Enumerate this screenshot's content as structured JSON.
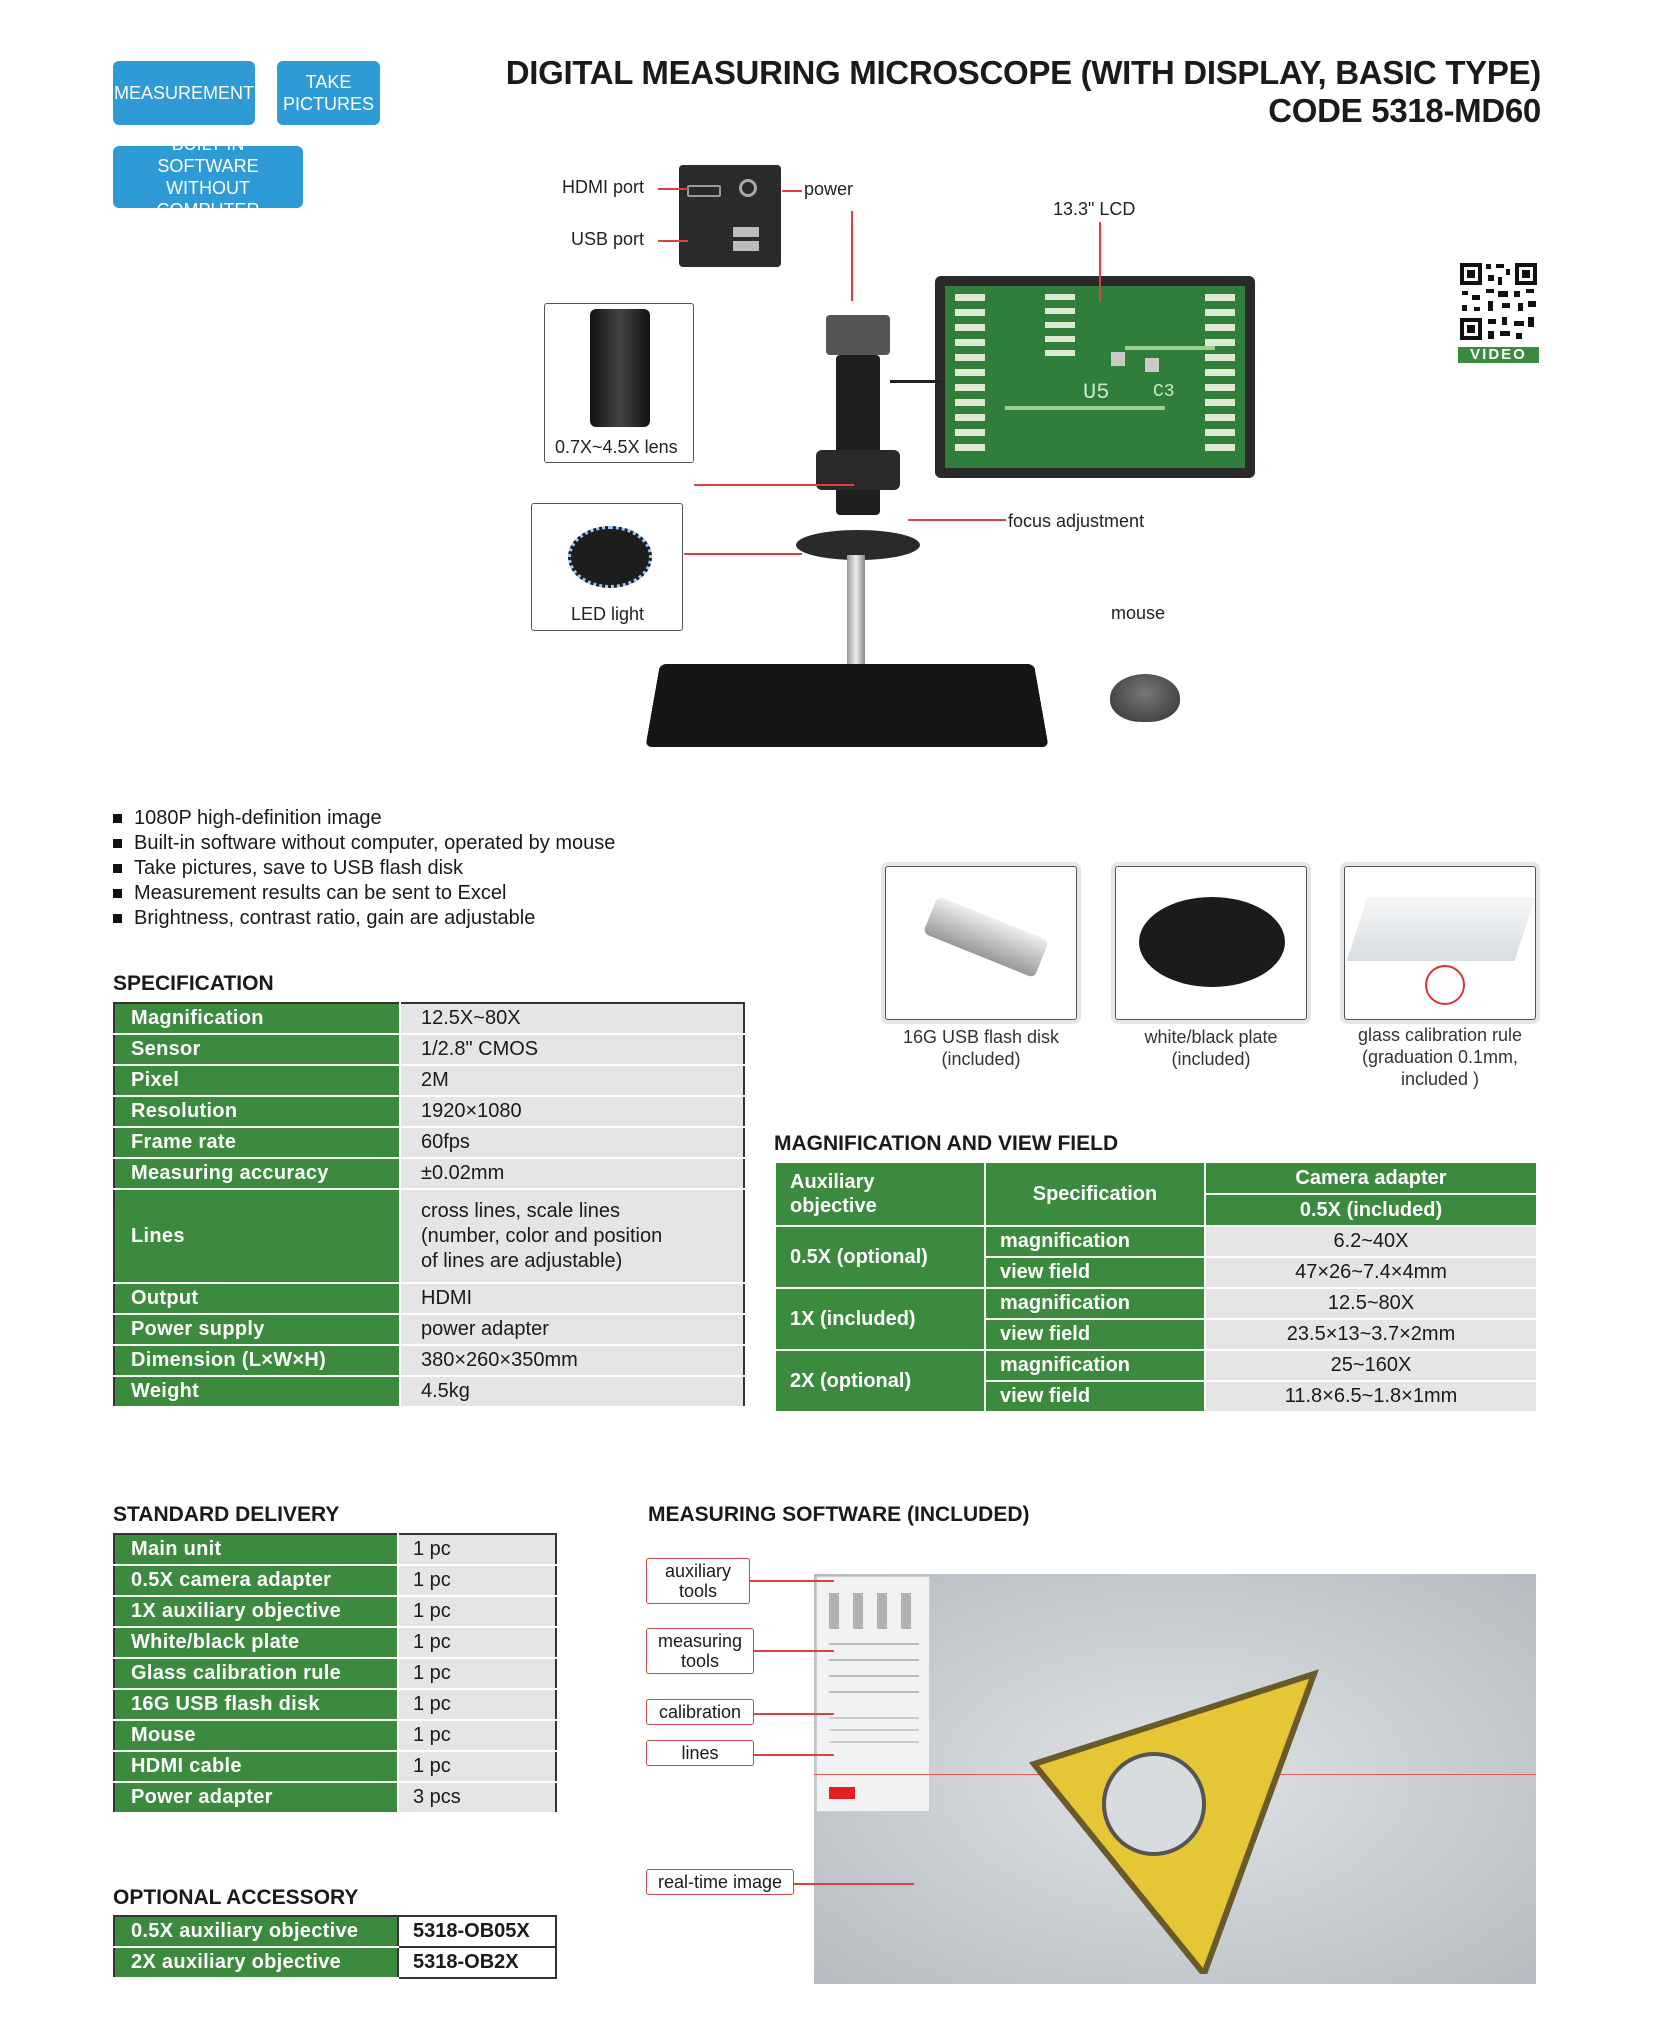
{
  "badges": {
    "measurement": "MEASUREMENT",
    "take_pictures_1": "TAKE",
    "take_pictures_2": "PICTURES",
    "builtin_1": "BUILT-IN SOFTWARE",
    "builtin_2": "WITHOUT COMPUTER"
  },
  "header": {
    "title": "DIGITAL MEASURING MICROSCOPE (WITH DISPLAY, BASIC TYPE)",
    "code": "CODE 5318-MD60"
  },
  "qr": {
    "label": "VIDEO"
  },
  "callouts": {
    "hdmi": "HDMI port",
    "usb": "USB port",
    "power": "power",
    "lcd": "13.3\" LCD",
    "lens": "0.7X~4.5X lens",
    "led": "LED light",
    "focus": "focus adjustment",
    "mouse": "mouse",
    "lcd_u5": "U5",
    "lcd_c3": "C3"
  },
  "features": [
    "1080P high-definition image",
    "Built-in software without computer, operated by mouse",
    "Take pictures, save to USB flash disk",
    "Measurement results can be sent to Excel",
    "Brightness, contrast ratio, gain are adjustable"
  ],
  "accessories": [
    {
      "line1": "16G USB flash disk",
      "line2": "(included)",
      "line3": ""
    },
    {
      "line1": "white/black plate",
      "line2": "(included)",
      "line3": ""
    },
    {
      "line1": "glass calibration rule",
      "line2": "(graduation 0.1mm,",
      "line3": "included )"
    }
  ],
  "specification": {
    "title": "SPECIFICATION",
    "rows": [
      {
        "k": "Magnification",
        "v": "12.5X~80X"
      },
      {
        "k": "Sensor",
        "v": "1/2.8\" CMOS"
      },
      {
        "k": "Pixel",
        "v": "2M"
      },
      {
        "k": "Resolution",
        "v": "1920×1080"
      },
      {
        "k": "Frame rate",
        "v": "60fps"
      },
      {
        "k": "Measuring accuracy",
        "v": "±0.02mm"
      },
      {
        "k": "Lines",
        "v1": "cross lines, scale lines",
        "v2": "(number, color and position",
        "v3": "of lines are adjustable)"
      },
      {
        "k": "Output",
        "v": "HDMI"
      },
      {
        "k": "Power supply",
        "v": "power adapter"
      },
      {
        "k": "Dimension (L×W×H)",
        "v": "380×260×350mm"
      },
      {
        "k": "Weight",
        "v": "4.5kg"
      }
    ]
  },
  "magnification": {
    "title": "MAGNIFICATION AND VIEW FIELD",
    "h_aux1": "Auxiliary",
    "h_aux2": "objective",
    "h_spec": "Specification",
    "h_cam": "Camera adapter",
    "h_cam_sub": "0.5X (included)",
    "rows": [
      {
        "aux": "0.5X (optional)",
        "mag": "magnification",
        "mag_v": "6.2~40X",
        "vf": "view field",
        "vf_v": "47×26~7.4×4mm"
      },
      {
        "aux": "1X (included)",
        "mag": "magnification",
        "mag_v": "12.5~80X",
        "vf": "view field",
        "vf_v": "23.5×13~3.7×2mm"
      },
      {
        "aux": "2X (optional)",
        "mag": "magnification",
        "mag_v": "25~160X",
        "vf": "view field",
        "vf_v": "11.8×6.5~1.8×1mm"
      }
    ]
  },
  "delivery": {
    "title": "STANDARD DELIVERY",
    "rows": [
      {
        "k": "Main unit",
        "v": "1 pc"
      },
      {
        "k": "0.5X camera adapter",
        "v": "1 pc"
      },
      {
        "k": "1X auxiliary objective",
        "v": "1 pc"
      },
      {
        "k": "White/black plate",
        "v": "1 pc"
      },
      {
        "k": "Glass calibration rule",
        "v": "1 pc"
      },
      {
        "k": "16G USB flash disk",
        "v": "1 pc"
      },
      {
        "k": "Mouse",
        "v": "1 pc"
      },
      {
        "k": "HDMI cable",
        "v": "1 pc"
      },
      {
        "k": "Power adapter",
        "v": "3 pcs"
      }
    ]
  },
  "optional": {
    "title": "OPTIONAL ACCESSORY",
    "rows": [
      {
        "k": "0.5X auxiliary objective",
        "v": "5318-OB05X"
      },
      {
        "k": "2X auxiliary objective",
        "v": "5318-OB2X"
      }
    ]
  },
  "software": {
    "title": "MEASURING SOFTWARE (INCLUDED)",
    "aux1": "auxiliary",
    "aux2": "tools",
    "meas1": "measuring",
    "meas2": "tools",
    "calibration": "calibration",
    "lines": "lines",
    "realtime": "real-time image"
  },
  "colors": {
    "accent_green": "#3b8a3e",
    "badge_blue": "#2e9bd6",
    "callout_red": "#d8453f",
    "table_gray": "#e5e5e5"
  }
}
